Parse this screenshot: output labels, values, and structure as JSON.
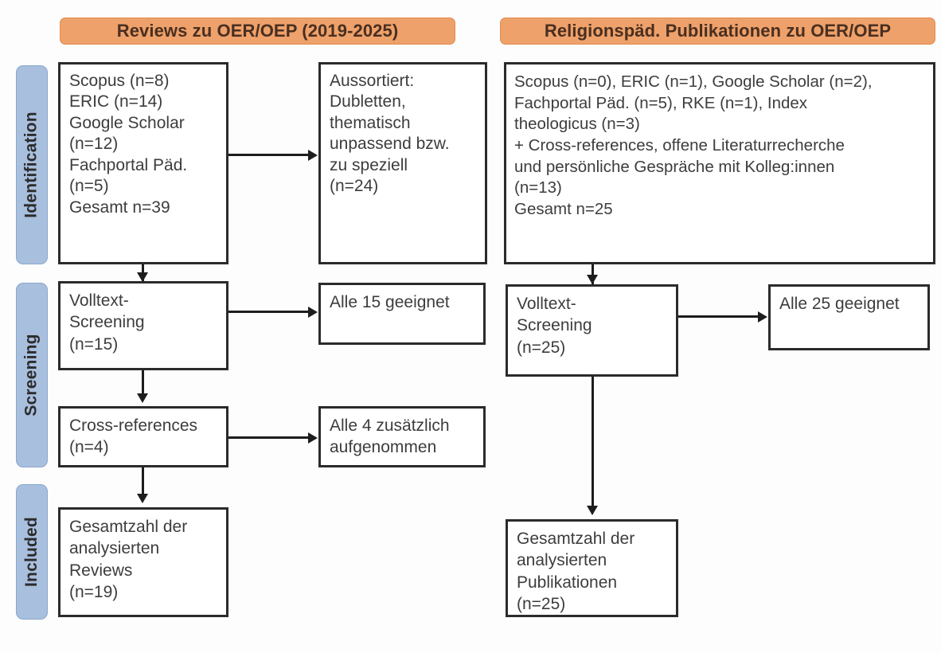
{
  "figure": {
    "type": "prisma-flow-diagram",
    "columns": [
      {
        "id": "left",
        "header": "Reviews zu OER/OEP (2019-2025)"
      },
      {
        "id": "right",
        "header": "Religionspäd. Publikationen zu OER/OEP"
      }
    ],
    "stages": [
      {
        "id": "identification",
        "label": "Identification"
      },
      {
        "id": "screening",
        "label": "Screening"
      },
      {
        "id": "included",
        "label": "Included"
      }
    ],
    "colors": {
      "header_fill": "#eea16a",
      "header_border": "#e08c52",
      "stage_fill": "#a8bfde",
      "stage_border": "#8aa8cd",
      "node_border": "#2b2b2b",
      "node_fill": "#ffffff",
      "text": "#3d3d3d",
      "connector": "#1d1d1d"
    },
    "nodes": {
      "left_identification_sources": "Scopus (n=8)\nERIC (n=14)\nGoogle Scholar\n(n=12)\nFachportal Päd.\n(n=5)\nGesamt n=39",
      "left_identification_excluded": "Aussortiert:\nDubletten,\nthematisch\nunpassend bzw.\nzu speziell\n(n=24)",
      "left_screening_fulltext": "Volltext-\nScreening\n(n=15)",
      "left_screening_eligible": "Alle 15 geeignet",
      "left_screening_crossrefs": "Cross-references\n(n=4)",
      "left_screening_crossrefs_added": "Alle 4 zusätzlich\naufgenommen",
      "left_included_total": "Gesamtzahl der\nanalysierten\nReviews\n(n=19)",
      "right_identification_sources": "Scopus (n=0), ERIC (n=1), Google Scholar (n=2),\nFachportal Päd. (n=5), RKE (n=1), Index\ntheologicus (n=3)\n+ Cross-references, offene Literaturrecherche\nund persönliche Gespräche mit Kolleg:innen\n(n=13)\nGesamt n=25",
      "right_screening_fulltext": "Volltext-\nScreening\n(n=25)",
      "right_screening_eligible": "Alle 25 geeignet",
      "right_included_total": "Gesamtzahl der\nanalysierten\nPublikationen\n(n=25)"
    },
    "counts": {
      "left_scopus": 8,
      "left_eric": 14,
      "left_google_scholar": 12,
      "left_fachportal": 5,
      "left_gesamt": 39,
      "left_excluded": 24,
      "left_fulltext_screening": 15,
      "left_eligible": 15,
      "left_crossrefs": 4,
      "left_crossrefs_added": 4,
      "left_included": 19,
      "right_scopus": 0,
      "right_eric": 1,
      "right_google_scholar": 2,
      "right_fachportal": 5,
      "right_rke": 1,
      "right_index_theologicus": 3,
      "right_additional": 13,
      "right_gesamt": 25,
      "right_fulltext_screening": 25,
      "right_eligible": 25,
      "right_included": 25
    }
  }
}
